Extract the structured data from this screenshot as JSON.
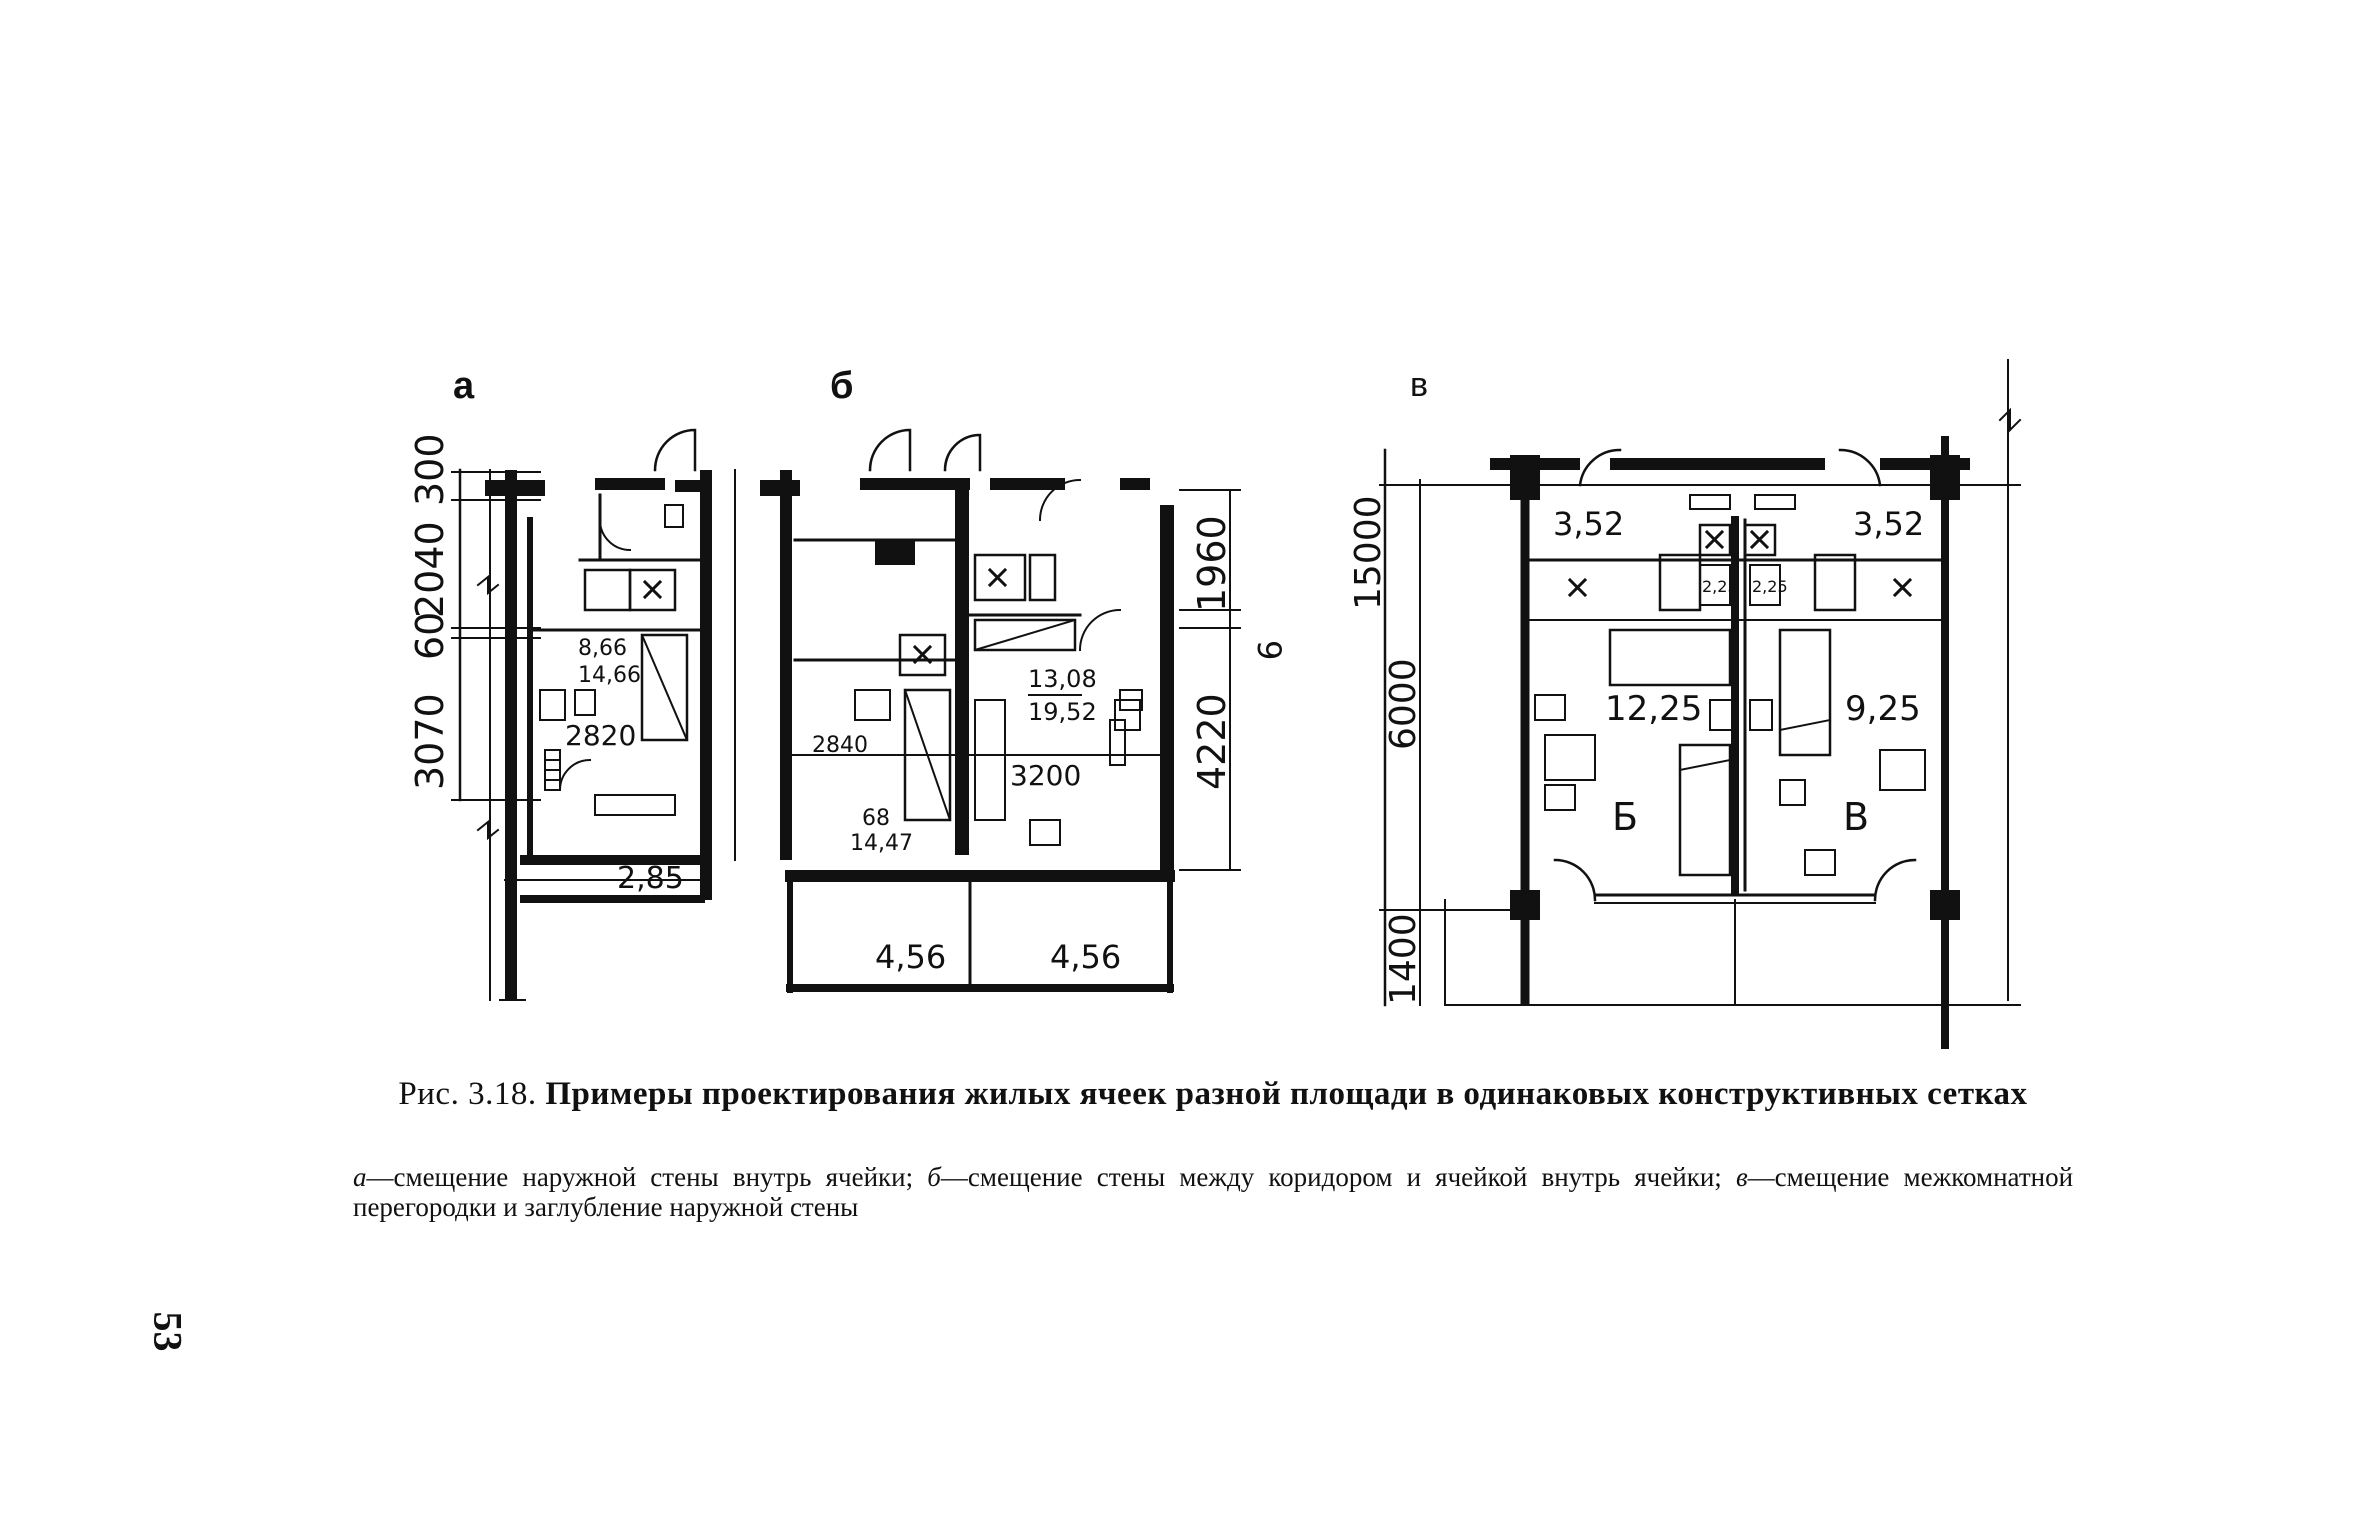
{
  "page_number": "53",
  "figure": {
    "panels": [
      {
        "letter": "а",
        "dimensions": [
          "300",
          "2040",
          "60",
          "3070"
        ],
        "labels": [
          "8,66",
          "14,66",
          "2820",
          "2,85"
        ]
      },
      {
        "letter": "б",
        "dimensions": [
          "1960",
          "9",
          "4220"
        ],
        "labels": [
          "13,08",
          "19,52",
          "2840",
          "3200",
          "68",
          "14,47",
          "4,56",
          "4,56"
        ]
      },
      {
        "letter": "в",
        "dimensions": [
          "15000",
          "6000",
          "1400"
        ],
        "labels": [
          "3,52",
          "3,52",
          "2,25",
          "2,25",
          "12,25",
          "9,25",
          "Б",
          "В"
        ]
      }
    ]
  },
  "caption": {
    "number": "Рис. 3.18.",
    "title": "Примеры проектирования жилых ячеек разной площади в одинаковых конструктивных сетках"
  },
  "legend": [
    {
      "key": "а",
      "text": "—смещение наружной стены внутрь ячейки; "
    },
    {
      "key": "б",
      "text": "—смещение стены между коридором и ячейкой внутрь ячейки; "
    },
    {
      "key": "в",
      "text": "—смещение межкомнатной перегородки и заглубление наружной стены"
    }
  ]
}
